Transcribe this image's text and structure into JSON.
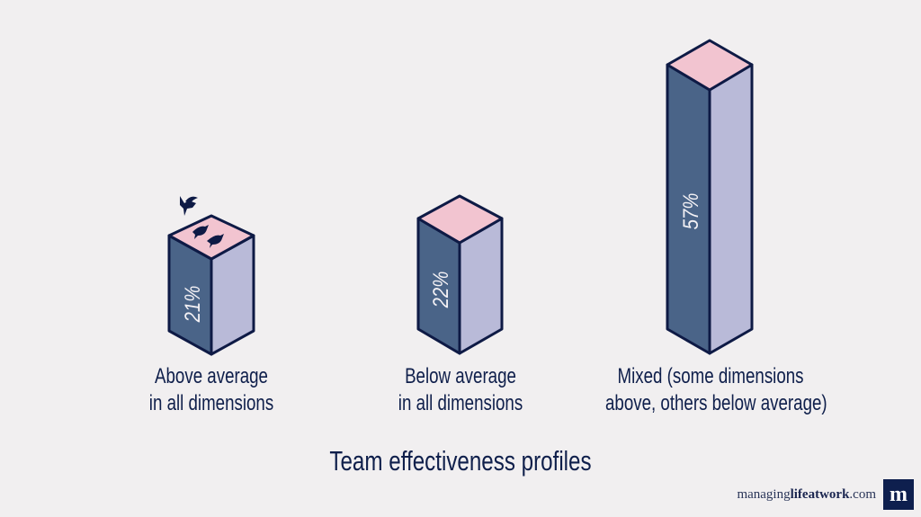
{
  "chart_data": {
    "type": "bar",
    "style": "isometric-3d-columns",
    "title": "Team effectiveness profiles",
    "categories": [
      "Above average in all dimensions",
      "Below average in all dimensions",
      "Mixed (some dimensions above, others below average)"
    ],
    "values": [
      21,
      22,
      57
    ],
    "value_labels": [
      "21%",
      "22%",
      "57%"
    ],
    "unit": "%",
    "xlabel": "Team effectiveness profiles",
    "ylabel": "",
    "grid": false,
    "legend": null,
    "annotations": [
      "bird illustrations on top of the first column"
    ]
  },
  "bars": [
    {
      "label_line1": "Above average",
      "label_line2": "in all dimensions",
      "value_label": "21%"
    },
    {
      "label_line1": "Below average",
      "label_line2": "in all dimensions",
      "value_label": "22%"
    },
    {
      "label_line1": "Mixed (some dimensions",
      "label_line2": "above, others below average)",
      "value_label": "57%"
    }
  ],
  "colors": {
    "background": "#f1eff0",
    "front_face": "#4a6488",
    "side_face": "#b9bad8",
    "top_face": "#f2c4d0",
    "outline": "#0e1a45",
    "text": "#0f1f4b"
  },
  "footer": {
    "brand_prefix": "managing",
    "brand_bold": "lifeatwork",
    "brand_suffix": ".com",
    "logo_letter": "m"
  }
}
